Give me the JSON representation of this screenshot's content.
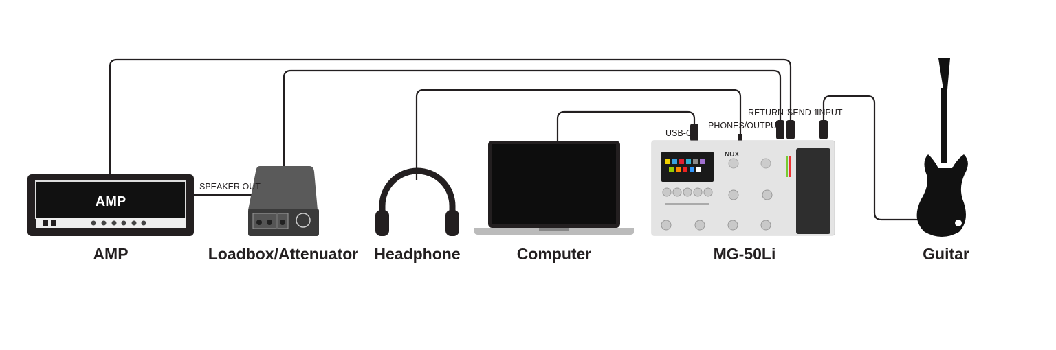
{
  "devices": {
    "amp": {
      "label": "AMP",
      "panel_text": "AMP"
    },
    "loadbox": {
      "label": "Loadbox/Attenuator"
    },
    "headphone": {
      "label": "Headphone"
    },
    "computer": {
      "label": "Computer"
    },
    "pedal": {
      "label": "MG-50Li",
      "brand": "NUX"
    },
    "guitar": {
      "label": "Guitar"
    }
  },
  "ports": {
    "speaker_out": "SPEAKER OUT",
    "usb_c": "USB-C",
    "phones_output": "PHONES/OUTPUT",
    "return1": "RETURN 1",
    "send1": "SEND 1",
    "input": "INPUT"
  },
  "colors": {
    "ink": "#231f20",
    "pedal_body": "#e4e4e4",
    "screen": "#1a1a1a"
  }
}
